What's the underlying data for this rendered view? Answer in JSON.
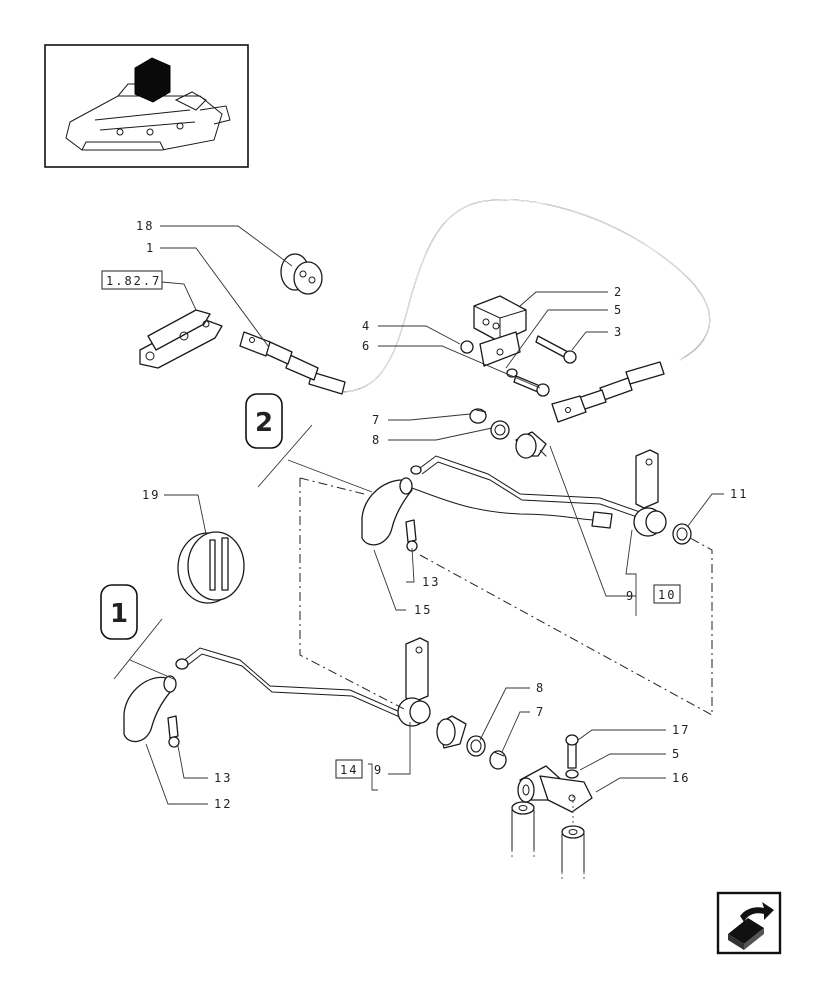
{
  "callouts": {
    "c1": "1",
    "c2": "2",
    "c3": "3",
    "c4": "4",
    "c5a": "5",
    "c5b": "5",
    "c6": "6",
    "c7a": "7",
    "c7b": "7",
    "c8a": "8",
    "c8b": "8",
    "c9a": "9",
    "c9b": "9",
    "c11": "11",
    "c12": "12",
    "c13a": "13",
    "c13b": "13",
    "c15": "15",
    "c16": "16",
    "c17": "17",
    "c18": "18",
    "c19": "19"
  },
  "references": {
    "ref_1827": "1.82.7",
    "ref_10": "10",
    "ref_14": "14"
  },
  "versions": {
    "v1": "1",
    "v2": "2"
  },
  "icons": {
    "thumbnail": "lift-housing-thumbnail",
    "nav": "next-page-arrow-icon"
  }
}
